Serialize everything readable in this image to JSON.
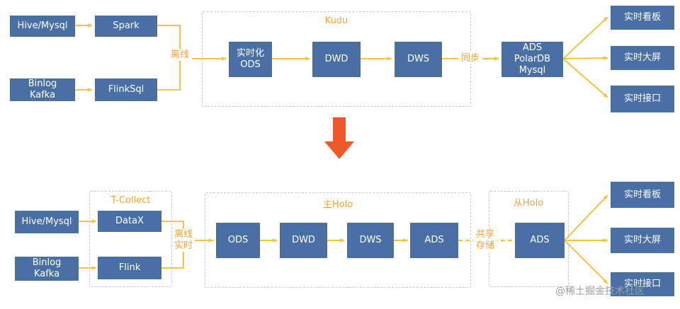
{
  "top": {
    "nodes": {
      "hive": "Hive/Mysql",
      "binlog": "Binlog\nKafka",
      "spark": "Spark",
      "flinksql": "FlinkSql",
      "rt_ods": "实时化\nODS",
      "dwd": "DWD",
      "dws": "DWS",
      "ads": "ADS\nPolarDB\nMysql",
      "out1": "实时看板",
      "out2": "实时大屏",
      "out3": "实时接口"
    },
    "group_label": "Kudu",
    "edge_offline": "离线",
    "edge_sync": "同步"
  },
  "bottom": {
    "nodes": {
      "hive": "Hive/Mysql",
      "binlog": "Binlog\nKafka",
      "datax": "DataX",
      "flink": "Flink",
      "ods": "ODS",
      "dwd": "DWD",
      "dws": "DWS",
      "ads_main": "ADS",
      "ads_slave": "ADS",
      "out1": "实时看板",
      "out2": "实时大屏",
      "out3": "实时接口"
    },
    "group_tcollect": "T-Collect",
    "group_main": "主Holo",
    "group_slave": "从Holo",
    "edge_offline_rt": "离线\n实时",
    "edge_share": "共享\n存储"
  },
  "watermark": "@稀土掘金技术社区",
  "colors": {
    "node": "#4a6fa5",
    "edge": "#f5c342",
    "label": "#f0a33a",
    "arrow": "#f0582a",
    "group_border": "#c8c8c8"
  }
}
